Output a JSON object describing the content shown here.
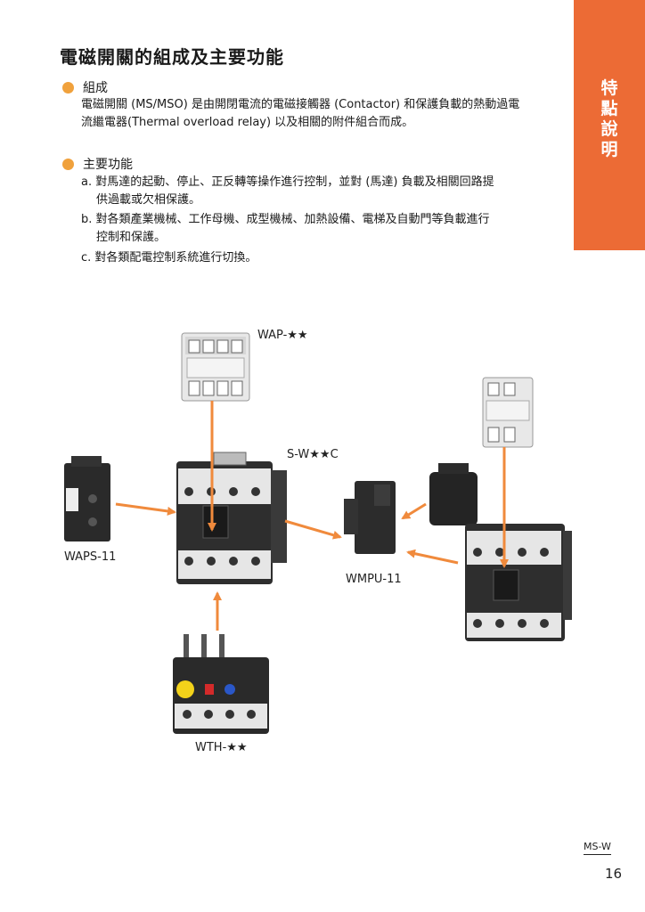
{
  "page": {
    "title": "電磁開關的組成及主要功能",
    "side_tab_chars": [
      "特",
      "點",
      "說",
      "明"
    ],
    "accent_color": "#ec6b35",
    "bullet_color": "#f0a13c"
  },
  "composition": {
    "heading": "組成",
    "line1": "電磁開關 (MS/MSO) 是由開閉電流的電磁接觸器 (Contactor) 和保護負載的熱動過電",
    "line2": "流繼電器(Thermal overload relay) 以及相關的附件組合而成。"
  },
  "functions": {
    "heading": "主要功能",
    "items": [
      {
        "line1": "a. 對馬達的起動、停止、正反轉等操作進行控制，並對 (馬達) 負載及相關回路提",
        "line2": "供過載或欠相保護。"
      },
      {
        "line1": "b. 對各類產業機械、工作母機、成型機械、加熱設備、電梯及自動門等負載進行",
        "line2": "控制和保護。"
      },
      {
        "line1": "c. 對各類配電控制系統進行切換。",
        "line2": ""
      }
    ]
  },
  "diagram": {
    "labels": {
      "wap": "WAP-★★",
      "contactor": "S-W★★C",
      "waps": "WAPS-11",
      "wmpu": "WMPU-11",
      "wth": "WTH-★★"
    }
  },
  "footer": {
    "series_code": "MS-W",
    "page_number": "16"
  }
}
